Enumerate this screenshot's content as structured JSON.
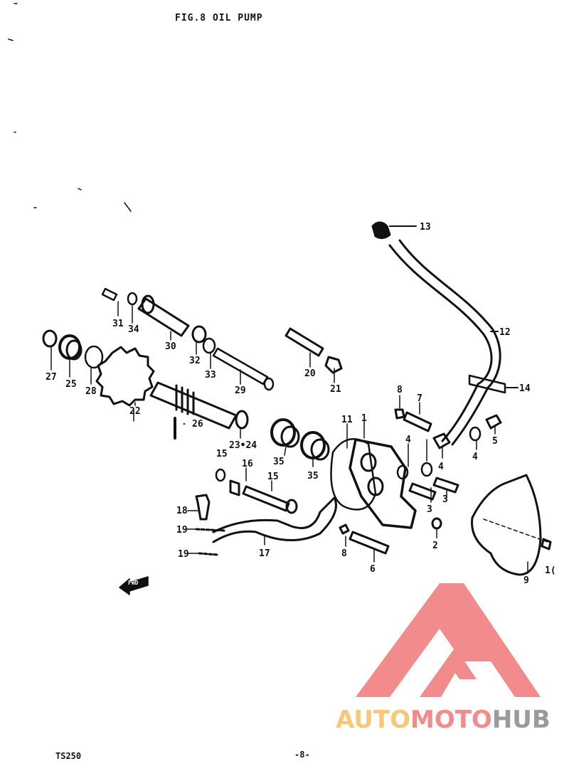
{
  "title": "FIG.8  OIL PUMP",
  "footer": {
    "model": "TS250",
    "page": "-8-"
  },
  "watermark": {
    "part1": "AUTO",
    "part2": "MOTO",
    "part3": "HUB",
    "colors": {
      "auto": "#f7c77a",
      "moto": "#f28b8b",
      "hub": "#9a9a9a",
      "logo": "#f28b8b"
    }
  },
  "arrow_label": "FWD",
  "labels": {
    "l13": "13",
    "l12": "12",
    "l14": "14",
    "l31": "31",
    "l34": "34",
    "l30": "30",
    "l32": "32",
    "l33": "33",
    "l29": "29",
    "l20": "20",
    "l21": "21",
    "l8a": "8",
    "l7": "7",
    "l27": "27",
    "l25": "25",
    "l28": "28",
    "l22": "22",
    "l26": "26",
    "l2324": "23•24",
    "l35a": "35",
    "l35b": "35",
    "l11": "11",
    "l1": "1",
    "l4a": "4",
    "l4b": "4",
    "l4c": "4",
    "l5": "5",
    "l15a": "15",
    "l16": "16",
    "l15b": "15",
    "l3a": "3",
    "l3b": "3",
    "l18": "18",
    "l19a": "19",
    "l19b": "19",
    "l17": "17",
    "l8b": "8",
    "l6": "6",
    "l2": "2",
    "l9": "9",
    "l10": "1("
  }
}
